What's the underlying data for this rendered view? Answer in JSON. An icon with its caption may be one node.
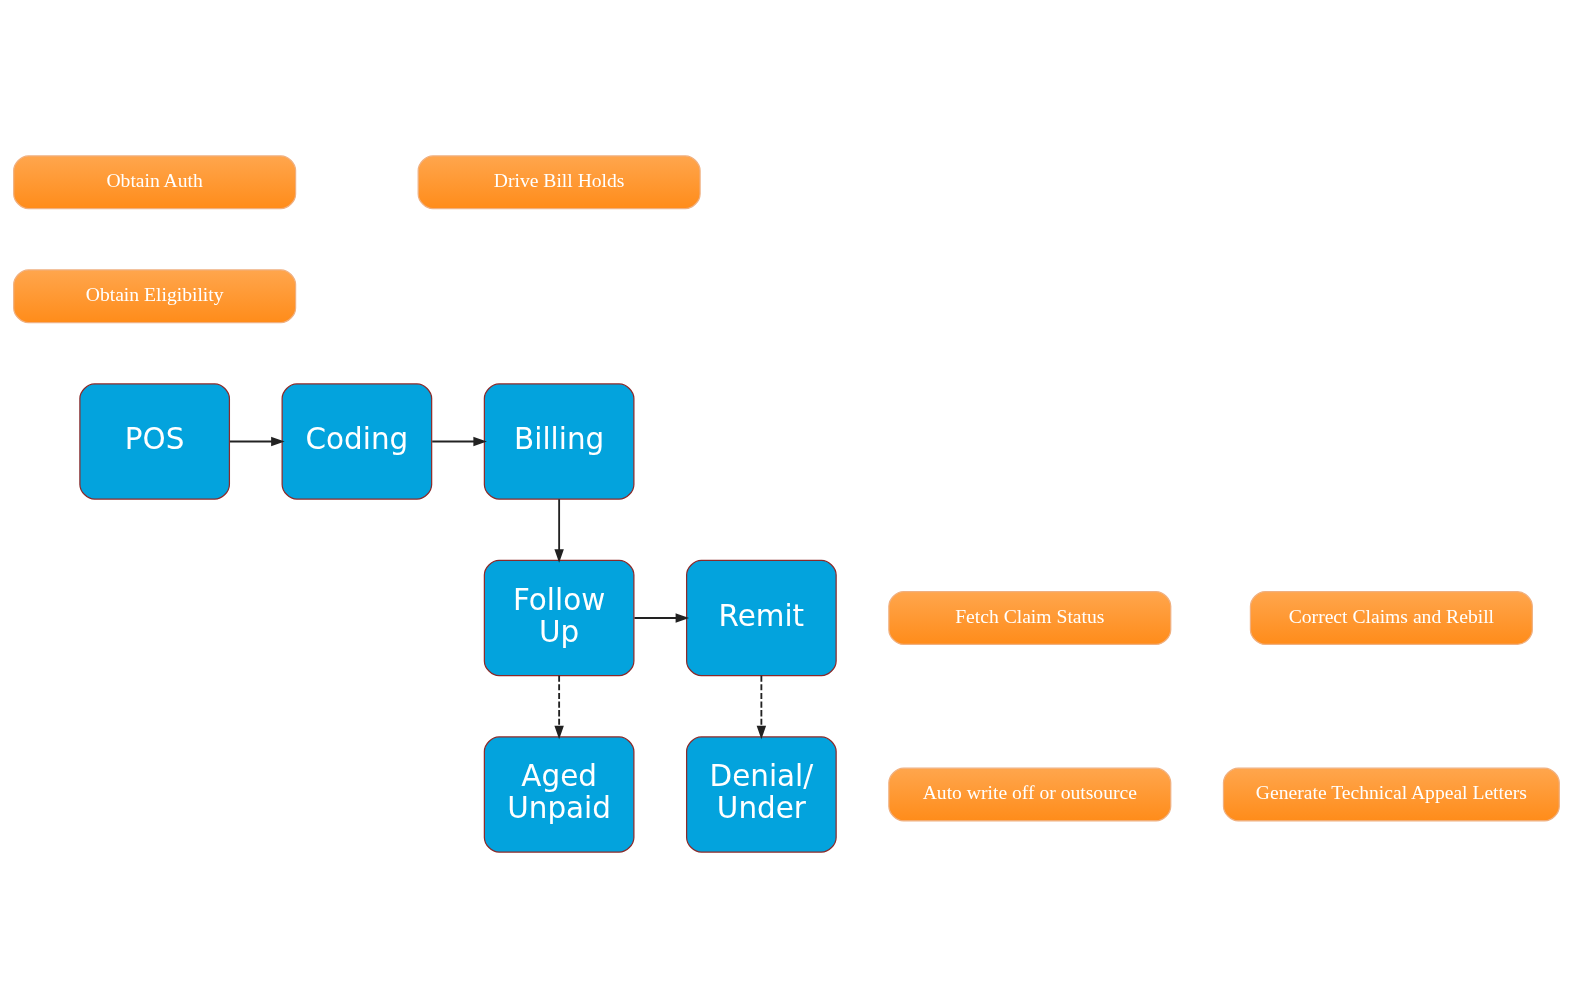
{
  "diagram": {
    "nodes": [
      {
        "text": [
          "Obtain Auth"
        ]
      },
      {
        "text": [
          "Obtain Eligibility"
        ]
      },
      {
        "text": [
          "Drive Bill Holds"
        ]
      },
      {
        "text": [
          "POS"
        ]
      },
      {
        "text": [
          "Coding"
        ]
      },
      {
        "text": [
          "Billing"
        ]
      },
      {
        "text": [
          "Fetch Claim Status"
        ]
      },
      {
        "text": [
          "Follow Up"
        ]
      },
      {
        "text": [
          "Remit"
        ]
      },
      {
        "text": [
          "Correct Claims and Rebill"
        ]
      },
      {
        "text": [
          "Auto write off or outsource"
        ]
      },
      {
        "text": [
          "Aged Unpaid"
        ]
      },
      {
        "text": [
          "Denial/ Under"
        ]
      },
      {
        "text": [
          "Generate Technical Appeal Letters"
        ]
      }
    ],
    "edges": [
      {
        "from": 3,
        "to": 4,
        "arrow": "to"
      },
      {
        "from": 4,
        "to": 5,
        "arrow": "to"
      },
      {
        "from": 5,
        "to": 7,
        "arrow": "to"
      },
      {
        "from": 7,
        "to": 8,
        "arrow": "to"
      },
      {
        "from": 7,
        "to": 11,
        "arrow": "to",
        "style": "dashed"
      },
      {
        "from": 8,
        "to": 12,
        "arrow": "to",
        "style": "dashed"
      }
    ]
  }
}
